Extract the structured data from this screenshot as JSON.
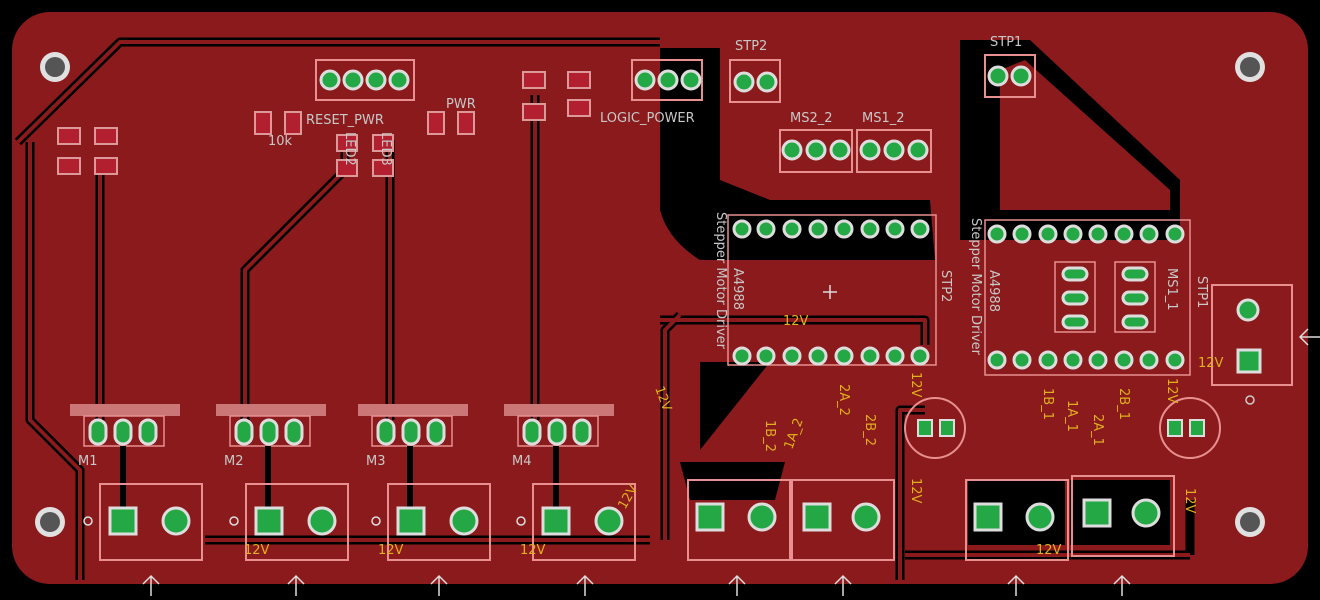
{
  "board": {
    "colors": {
      "copper": "#8b1a1c",
      "background": "#000000",
      "pad": "#24a845",
      "pad_ring": "#d7d7d7",
      "silk": "#c8c8c8",
      "net_label": "#e0b020",
      "outline": "#e89090"
    }
  },
  "labels": {
    "stp2_top": "STP2",
    "stp1_top": "STP1",
    "reset_pwr": "RESET_PWR",
    "logic_power": "LOGIC_POWER",
    "ms2_2": "MS2_2",
    "ms1_2": "MS1_2",
    "a4988_left": "A4988",
    "driver_left": "Stepper Motor Driver",
    "stp2_side": "STP2",
    "a4988_right": "A4988",
    "driver_right": "Stepper Motor Driver",
    "ms1_1": "MS1_1",
    "stp1_side": "STP1",
    "m1": "M1",
    "m2": "M2",
    "m3": "M3",
    "m4": "M4",
    "res_d": "10k",
    "pwr": "PWR",
    "led2": "LED2",
    "led3": "LED3"
  },
  "nets": {
    "v12": "12V",
    "net_1b2": "1B_2",
    "net_1a2": "1A_2",
    "net_2a2": "2A_2",
    "net_2b2": "2B_2",
    "net_1b1": "1B_1",
    "net_1a1": "1A_1",
    "net_2a1": "2A_1",
    "net_2b1": "2B_1"
  }
}
